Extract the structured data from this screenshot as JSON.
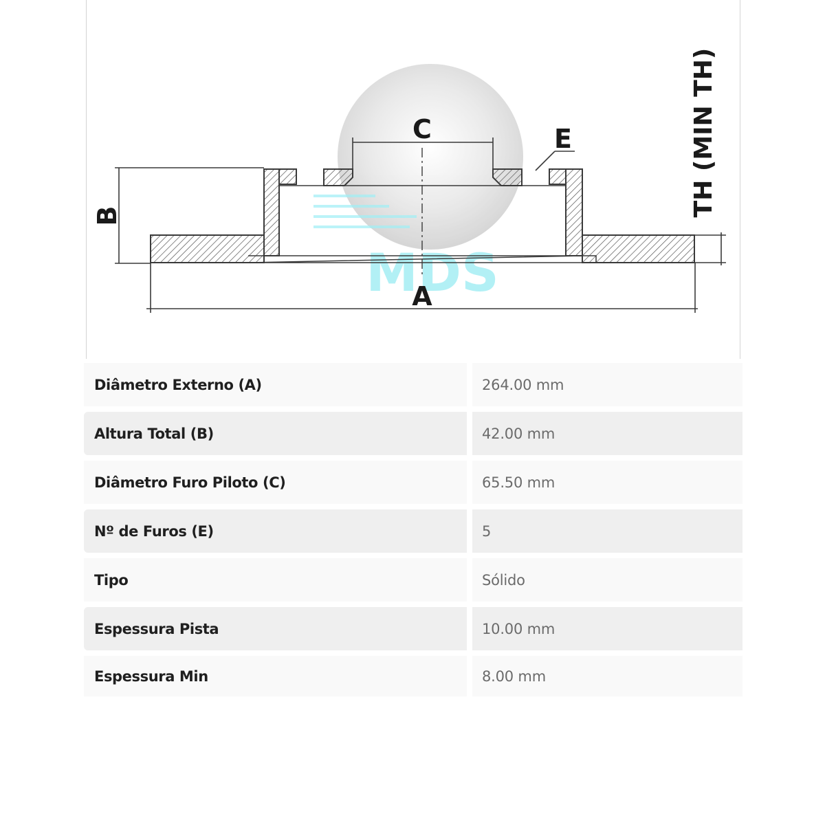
{
  "diagram": {
    "labels": {
      "a": "A",
      "b": "B",
      "c": "C",
      "e": "E",
      "th": "TH (MIN TH)"
    },
    "watermark_text": "MDS",
    "colors": {
      "line": "#3a3a3a",
      "hatch": "#555555",
      "watermark": "#7fe7ef",
      "watermark_ball": "#d9d9d9"
    }
  },
  "specs": {
    "rows": [
      {
        "label": "Diâmetro Externo (A)",
        "value": "264.00 mm"
      },
      {
        "label": "Altura Total (B)",
        "value": "42.00 mm"
      },
      {
        "label": "Diâmetro Furo Piloto (C)",
        "value": "65.50 mm"
      },
      {
        "label": "Nº de Furos (E)",
        "value": "5"
      },
      {
        "label": "Tipo",
        "value": "Sólido"
      },
      {
        "label": "Espessura Pista",
        "value": "10.00 mm"
      },
      {
        "label": "Espessura Min",
        "value": "8.00 mm"
      }
    ]
  }
}
